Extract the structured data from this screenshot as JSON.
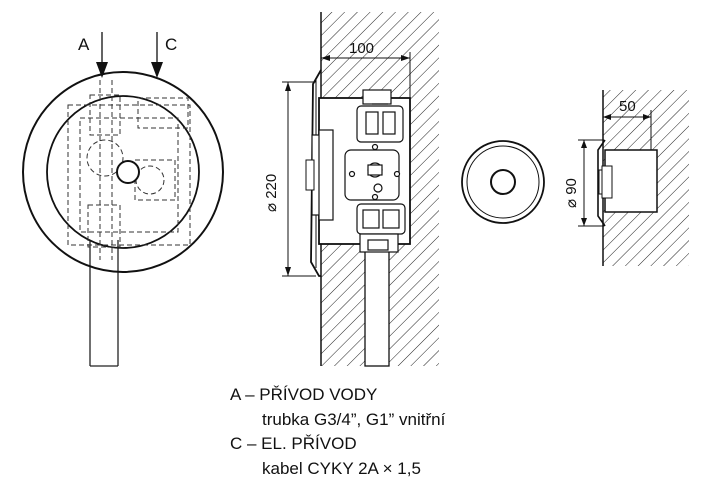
{
  "labels": {
    "a": "A",
    "c": "C"
  },
  "dimensions": {
    "d220": "⌀ 220",
    "w100": "100",
    "w50": "50",
    "d90": "⌀ 90"
  },
  "legend": [
    {
      "title": "A – PŘÍVOD VODY",
      "detail": "trubka G3/4”, G1” vnitřní"
    },
    {
      "title": "C – EL. PŘÍVOD",
      "detail": "kabel CYKY 2A × 1,5"
    }
  ]
}
